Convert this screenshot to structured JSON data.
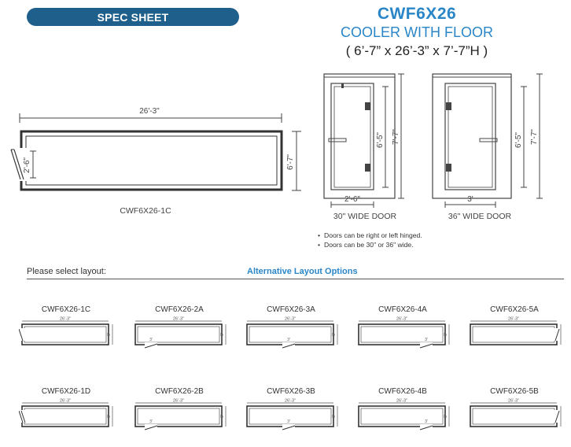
{
  "header": {
    "badge": "SPEC SHEET",
    "model": "CWF6X26",
    "subtitle": "COOLER WITH FLOOR",
    "dimensions": "( 6’-7” x 26’-3” x 7’-7”H )"
  },
  "plan": {
    "length": "26'-3\"",
    "width": "6'-7\"",
    "door": "2'-6\"",
    "caption": "CWF6X26-1C"
  },
  "elevations": {
    "door30": {
      "width": "2'-6\"",
      "door_height": "6'-5\"",
      "height": "7'-7\"",
      "caption": "30\" WIDE DOOR"
    },
    "door36": {
      "width": "3'",
      "door_height": "6'-5\"",
      "height": "7'-7\"",
      "caption": "36\" WIDE DOOR"
    }
  },
  "notes": [
    "Doors can be right or left hinged.",
    "Doors can be 30\" or 36\" wide."
  ],
  "layout_section": {
    "select_label": "Please select layout:",
    "alt_label": "Alternative Layout Options"
  },
  "thumb_dims": {
    "length": "26'-3\"",
    "width": "6'",
    "door": "3'"
  },
  "layouts": [
    {
      "name": "CWF6X26-1C"
    },
    {
      "name": "CWF6X26-2A"
    },
    {
      "name": "CWF6X26-3A"
    },
    {
      "name": "CWF6X26-4A"
    },
    {
      "name": "CWF6X26-5A"
    },
    {
      "name": "CWF6X26-1D"
    },
    {
      "name": "CWF6X26-2B"
    },
    {
      "name": "CWF6X26-3B"
    },
    {
      "name": "CWF6X26-4B"
    },
    {
      "name": "CWF6X26-5B"
    }
  ]
}
